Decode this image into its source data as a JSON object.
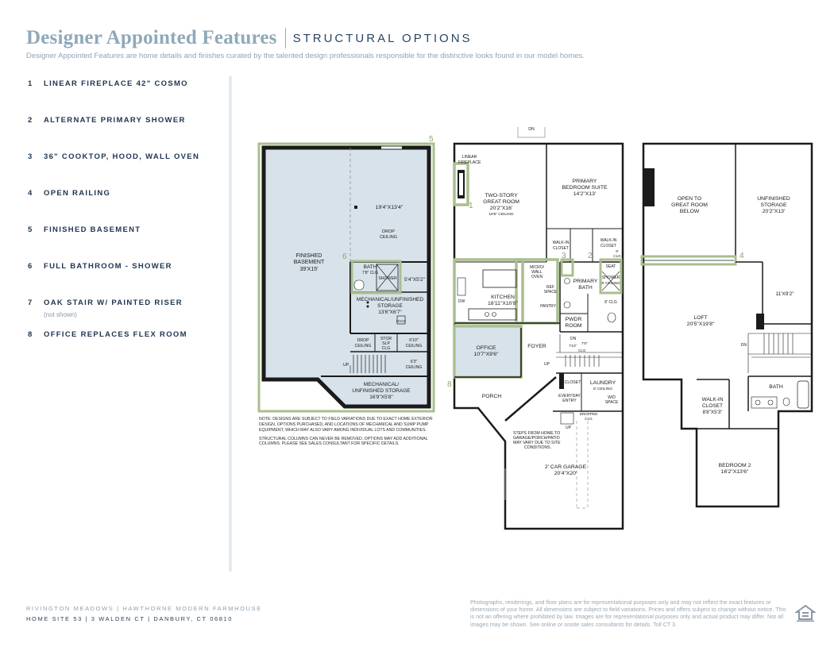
{
  "header": {
    "title": "Designer Appointed Features",
    "subtitle_label": "STRUCTURAL OPTIONS",
    "description": "Designer Appointed Features are home details and finishes curated by the talented design professionals responsible for the distinctive looks found in our model homes."
  },
  "features": [
    {
      "num": "1",
      "label": "LINEAR FIREPLACE 42\" COSMO"
    },
    {
      "num": "2",
      "label": "ALTERNATE PRIMARY SHOWER"
    },
    {
      "num": "3",
      "label": "36\" COOKTOP, HOOD, WALL OVEN"
    },
    {
      "num": "4",
      "label": "OPEN RAILING"
    },
    {
      "num": "5",
      "label": "FINISHED BASEMENT"
    },
    {
      "num": "6",
      "label": "FULL BATHROOM - SHOWER"
    },
    {
      "num": "7",
      "label": "OAK STAIR W/ PAINTED RISER",
      "note": "(not shown)"
    },
    {
      "num": "8",
      "label": "OFFICE REPLACES FLEX ROOM"
    }
  ],
  "basement": {
    "finished_line1": "FINISHED",
    "finished_line2": "BASEMENT",
    "finished_dim": "39'X15'",
    "upper_dim": "19'4\"X13'4\"",
    "drop_line1": "DROP",
    "drop_line2": "CEILING",
    "bath": "BATH",
    "bath_clg": "7'8\" CLG",
    "shower": "SHOWER",
    "bath_dim": "5'4\"X5'2\"",
    "mech1_line1": "MECHANICAL/UNFINISHED",
    "mech1_line2": "STORAGE",
    "mech1_dim": "13'6\"X6'7\"",
    "hvac": "HVAC",
    "drop_clg_1": "DROP",
    "drop_clg_2": "CEILING",
    "stor_1": "STOR",
    "stor_2": "SLP",
    "stor_3": "CLG",
    "ceil_610_1": "6'10\"",
    "ceil_610_2": "CEILING",
    "ceil_63_1": "6'3\"",
    "ceil_63_2": "CEILING",
    "up": "UP",
    "mech2_line1": "MECHANICAL/",
    "mech2_line2": "UNFINISHED STORAGE",
    "mech2_dim": "16'9\"X5'8\""
  },
  "first_floor": {
    "dn": "DN",
    "fireplace_1": "LINEAR",
    "fireplace_2": "FIREPLACE",
    "great_1": "TWO-STORY",
    "great_2": "GREAT ROOM",
    "great_dim": "20'2\"X16'",
    "great_clg": "18'5\" CEILING",
    "primary_1": "PRIMARY",
    "primary_2": "BEDROOM SUITE",
    "primary_dim": "14'2\"X13'",
    "walkin_a1": "WALK-IN",
    "walkin_a2": "CLOSET",
    "walkin_b1": "WALK-IN",
    "walkin_b2": "CLOSET",
    "walkin_b3": "8'",
    "walkin_b4": "CLG",
    "seat": "SEAT",
    "shower": "SHOWER",
    "shower_clg": "8' CEILING",
    "micro_1": "MICRO/",
    "micro_2": "WALL",
    "micro_3": "OVEN",
    "ref_1": "REF",
    "ref_2": "SPACE",
    "kitchen": "KITCHEN",
    "kitchen_dim": "18'11\"X10'8\"",
    "dw": "DW",
    "pantry": "PANTRY",
    "primary_bath_1": "PRIMARY",
    "primary_bath_2": "BATH",
    "clg_8": "8' CLG",
    "pwdr_1": "PWDR",
    "pwdr_2": "ROOM",
    "office": "OFFICE",
    "office_dim": "10'7\"X9'6\"",
    "foyer": "FOYER",
    "dn2": "DN",
    "clg_hts_1": "7'8\"",
    "clg_hts_2": "7'10\"",
    "clg_hts_3": "CLG",
    "up": "UP",
    "closet": "CLOSET",
    "laundry": "LAUNDRY",
    "laundry_clg": "8' CEILING",
    "everyday_1": "EVERYDAY",
    "everyday_2": "ENTRY",
    "wd_1": "W/D",
    "wd_2": "SPACE",
    "porch": "PORCH",
    "dropped_1": "DROPPED",
    "dropped_2": "CLG",
    "up2": "UP",
    "steps_1": "STEPS FROM HOME TO",
    "steps_2": "GARAGE/PORCH/PATIO",
    "steps_3": "MAY VARY DUE TO SITE",
    "steps_4": "CONDITIONS.",
    "garage": "2' CAR GARAGE",
    "garage_dim": "20'4\"X20'"
  },
  "second_floor": {
    "open_1": "OPEN TO",
    "open_2": "GREAT ROOM",
    "open_3": "BELOW",
    "unfin_1": "UNFINISHED",
    "unfin_2": "STORAGE",
    "unfin_dim": "20'2\"X13'",
    "small_dim": "11'X9'2\"",
    "loft": "LOFT",
    "loft_dim": "20'5\"X19'8\"",
    "dn": "DN",
    "walkin_1": "WALK-IN",
    "walkin_2": "CLOSET",
    "walkin_dim": "8'8\"X5'3\"",
    "bath": "BATH",
    "bed2": "BEDROOM 2",
    "bed2_dim": "16'2\"X13'6\""
  },
  "markers": [
    "1",
    "2",
    "3",
    "4",
    "5",
    "6",
    "8"
  ],
  "note": {
    "p1": "NOTE: DESIGNS ARE SUBJECT TO FIELD VARIATIONS DUE TO EXACT HOME EXTERIOR DESIGN, OPTIONS PURCHASED, AND LOCATIONS OF MECHANICAL AND SUMP PUMP EQUIPMENT, WHICH MAY ALSO VARY AMONG INDIVIDUAL LOTS AND COMMUNITIES.",
    "p2": "STRUCTURAL COLUMNS CAN NEVER BE REMOVED. OPTIONS MAY ADD ADDITIONAL COLUMNS. PLEASE SEE SALES CONSULTANT FOR SPECIFIC DETAILS."
  },
  "footer": {
    "line1": "RIVINGTON MEADOWS  |  HAWTHORNE MODERN FARMHOUSE",
    "line2": "HOME SITE 53  |  3 WALDEN CT  |  DANBURY, CT 06810",
    "disclaimer": "Photographs, renderings, and floor plans are for representational purposes only and may not reflect the exact features or dimensions of your home. All dimensions are subject to field variations. Prices and offers subject to change without notice. This is not an offering where prohibited by law. Images are for representational purposes only and actual product may differ. Not all images may be shown. See online or onsite sales consultants for details. Toll CT 3."
  },
  "colors": {
    "accent_green": "#a9bf8f",
    "room_fill": "#d8e2ea",
    "wall": "#1b1b1b",
    "title": "#8fa9b8",
    "navy": "#1f3550"
  }
}
